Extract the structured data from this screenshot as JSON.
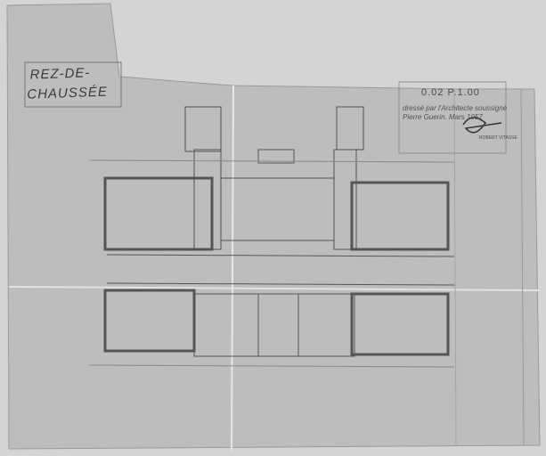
{
  "drawing": {
    "title_line1": "REZ-DE-",
    "title_line2": "CHAUSSÉE",
    "scale": "0.02 P.1.00",
    "drawn_by_line1": "dressé par l'Architecte soussigné",
    "drawn_by_line2": "Pierre Guerin. Mars 1957",
    "architect_stamp": "ROBERT VITASSE"
  }
}
